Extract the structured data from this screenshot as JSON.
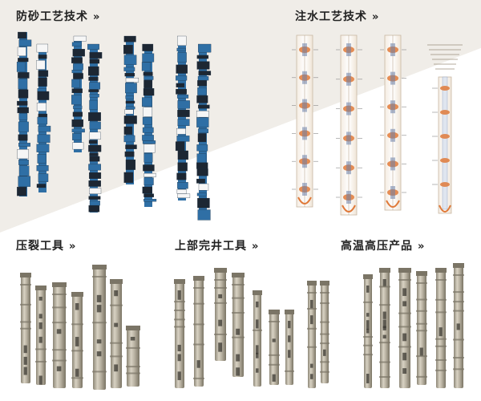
{
  "sections": {
    "sand_control": {
      "title": "防砂工艺技术",
      "chevron": "»"
    },
    "water_injection": {
      "title": "注水工艺技术",
      "chevron": "»"
    },
    "fracturing": {
      "title": "压裂工具",
      "chevron": "»"
    },
    "upper_completion": {
      "title": "上部完井工具",
      "chevron": "»"
    },
    "hpht": {
      "title": "高温高压产品",
      "chevron": "»"
    }
  },
  "colors": {
    "blue_tool": "#2f6fa5",
    "dark_tool": "#1d2733",
    "steel": "#b9b2a2",
    "steel_dark": "#7b7566",
    "orange": "#e07a3a",
    "background_gray": "#efece6"
  }
}
